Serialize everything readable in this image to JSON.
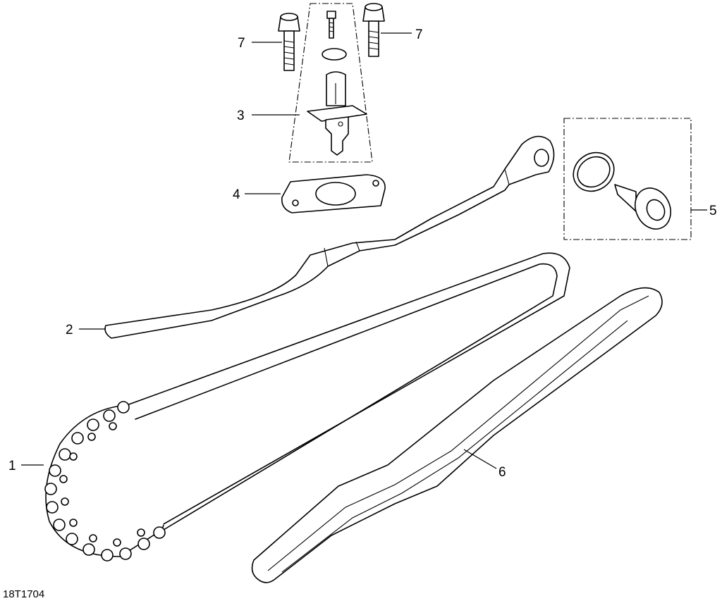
{
  "callouts": [
    {
      "id": "c1",
      "label": "1"
    },
    {
      "id": "c2",
      "label": "2"
    },
    {
      "id": "c3",
      "label": "3"
    },
    {
      "id": "c4",
      "label": "4"
    },
    {
      "id": "c5",
      "label": "5"
    },
    {
      "id": "c6",
      "label": "6"
    },
    {
      "id": "c7a",
      "label": "7"
    },
    {
      "id": "c7b",
      "label": "7"
    }
  ],
  "figure_id": "18T1704"
}
